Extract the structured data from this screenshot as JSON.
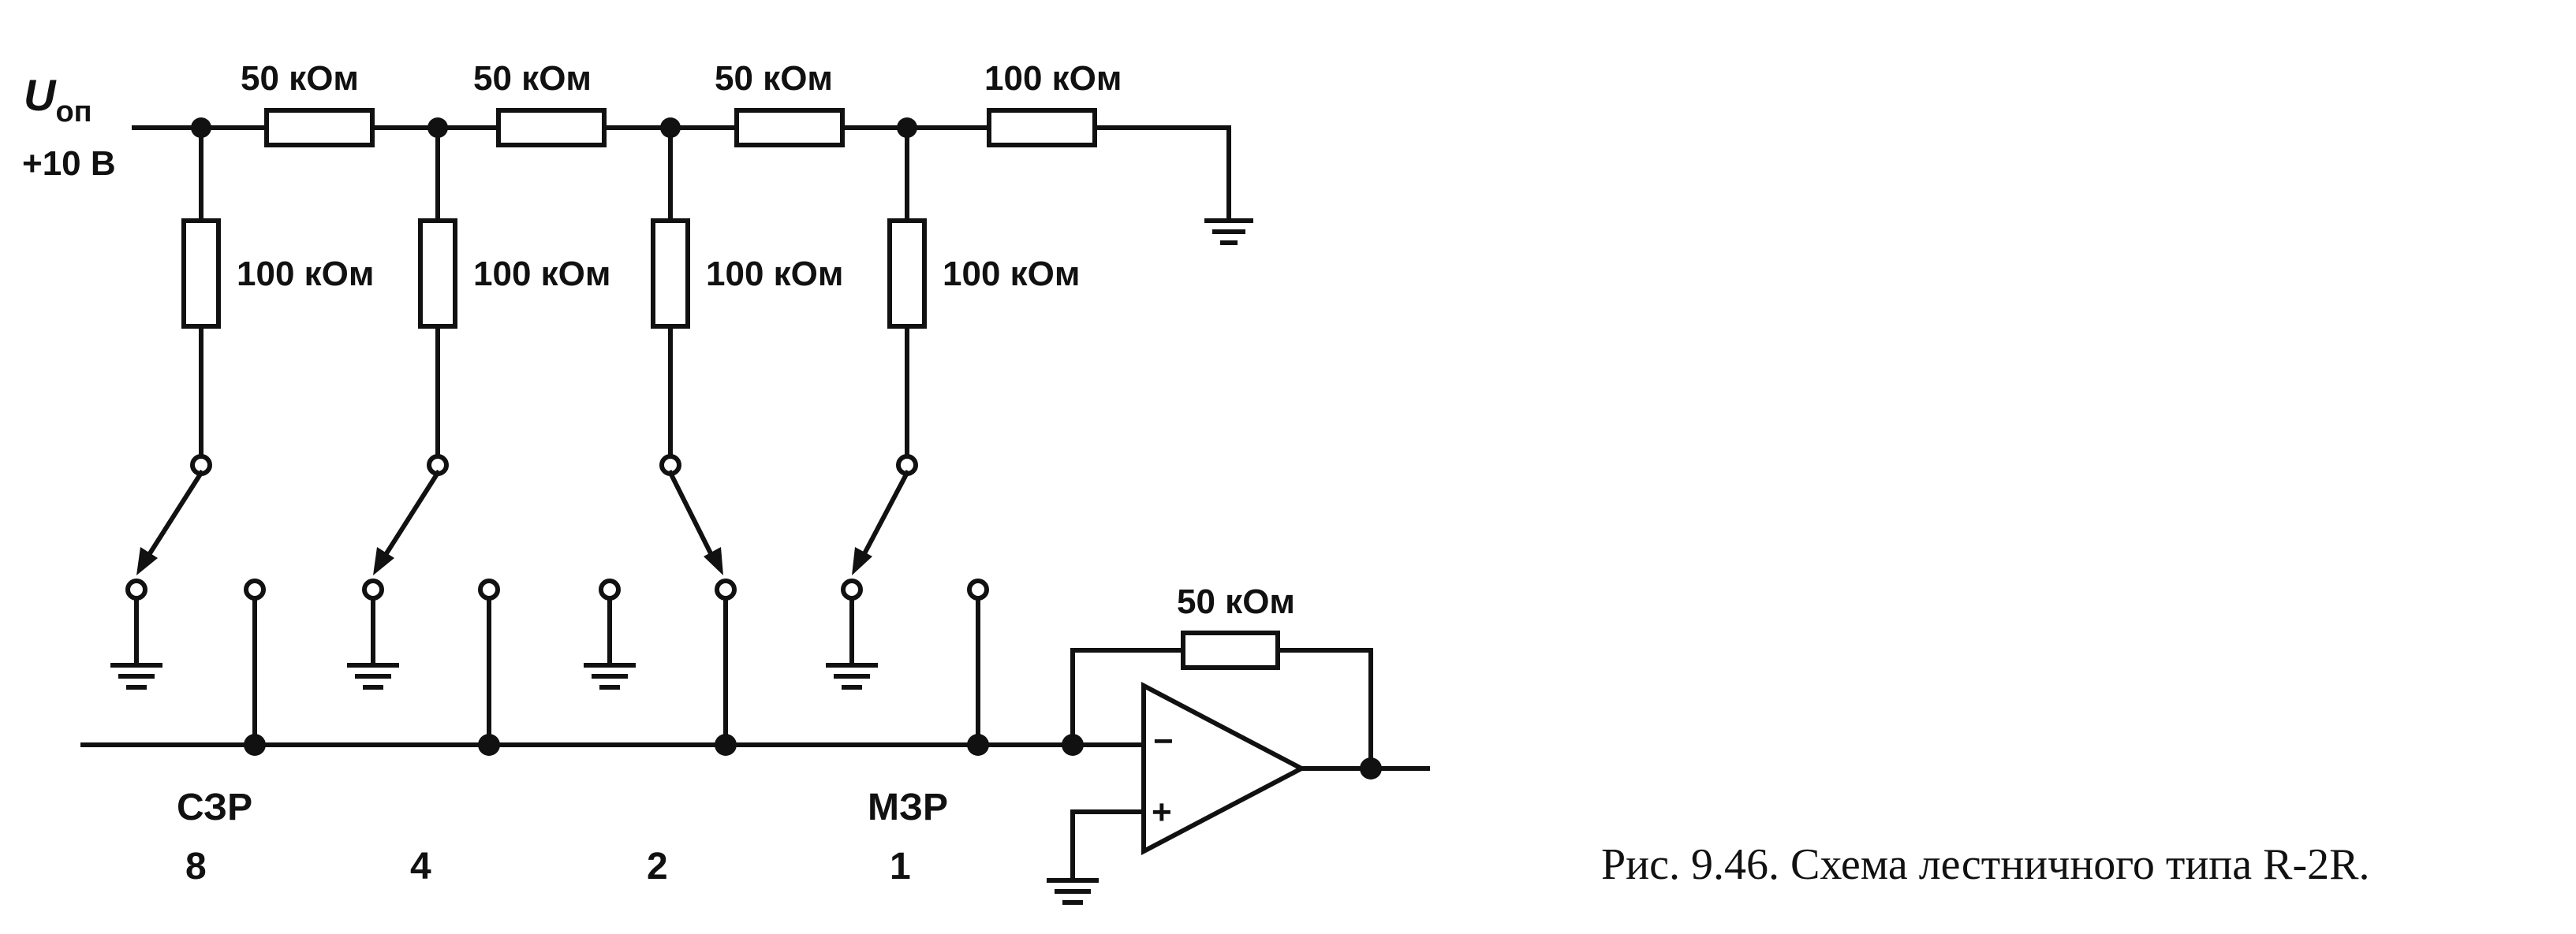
{
  "reference": {
    "symbol": "U",
    "subscript": "оп",
    "value": "+10 В"
  },
  "series_resistors": [
    "50 кОм",
    "50 кОм",
    "50 кОм",
    "100 кОм"
  ],
  "shunt_resistors": [
    "100 кОм",
    "100 кОм",
    "100 кОм",
    "100 кОм"
  ],
  "feedback_resistor": "50 кОм",
  "opamp": {
    "minus": "−",
    "plus": "+"
  },
  "bits": [
    {
      "tag": "СЗР",
      "weight": "8"
    },
    {
      "tag": "",
      "weight": "4"
    },
    {
      "tag": "",
      "weight": "2"
    },
    {
      "tag": "МЗР",
      "weight": "1"
    }
  ],
  "caption": "Рис. 9.46. Схема лестничного типа R-2R."
}
